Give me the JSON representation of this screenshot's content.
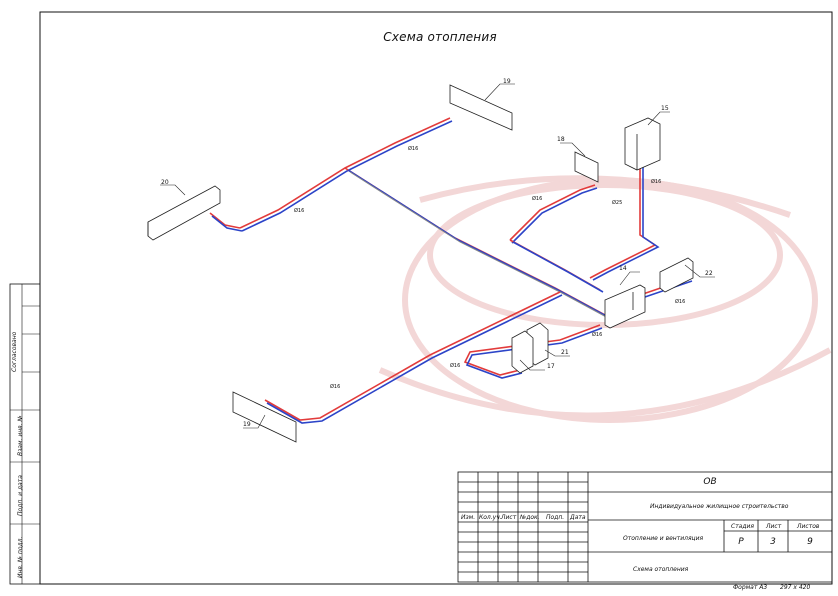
{
  "drawing": {
    "title": "Схема отопления",
    "pipe_labels": [
      "Ø16",
      "Ø16",
      "Ø16",
      "Ø25",
      "Ø16",
      "Ø16",
      "Ø16",
      "Ø16",
      "Ø16"
    ],
    "callouts": [
      "19",
      "20",
      "18",
      "15",
      "14",
      "22",
      "21",
      "17",
      "19"
    ],
    "equipment": {
      "radiators": [
        "20",
        "19",
        "18",
        "22",
        "19"
      ],
      "boiler": "15",
      "manifold": "14",
      "units": [
        "21",
        "17"
      ]
    },
    "colors": {
      "supply": "#e23b3b",
      "return": "#2c44c8",
      "line": "#222222",
      "watermark": "#f1d6d6"
    }
  },
  "side_stamp": {
    "labels": [
      "Согласовано",
      "Взам. инв. №",
      "Подп. и дата",
      "Инв. № подл."
    ]
  },
  "title_block": {
    "code": "ОВ",
    "project": "Индивидуальное жилищное строительство",
    "headers": [
      "Изм.",
      "Кол.уч.",
      "Лист",
      "№док.",
      "Подп.",
      "Дата"
    ],
    "section": "Отопление и вентиляция",
    "sheet_name": "Схема отопления",
    "stage_header": "Стадия",
    "sheet_header": "Лист",
    "sheets_header": "Листов",
    "stage": "Р",
    "sheet": "3",
    "sheets": "9",
    "format": "Формат А3",
    "size": "297 х 420"
  }
}
